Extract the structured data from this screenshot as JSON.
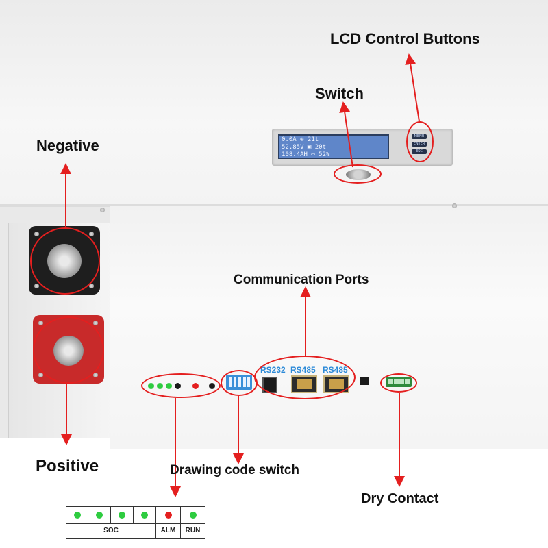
{
  "labels": {
    "lcd_control_buttons": "LCD Control Buttons",
    "switch": "Switch",
    "negative": "Negative",
    "positive": "Positive",
    "communication_ports": "Communication Ports",
    "drawing_code_switch": "Drawing code switch",
    "dry_contact": "Dry Contact"
  },
  "ports": {
    "rs232": "RS232",
    "rs485_a": "RS485",
    "rs485_b": "RS485"
  },
  "lcd": {
    "line1": "0.0A  ⊕  21t",
    "line2": "52.85V ▣  20t",
    "line3": "108.4AH ▭ 52%",
    "btn_menu": "MENU",
    "btn_enter": "ENTER",
    "btn_esc": "ESC"
  },
  "legend": {
    "soc": "SOC",
    "alm": "ALM",
    "run": "RUN",
    "dot_colors": [
      "#2ecc40",
      "#2ecc40",
      "#2ecc40",
      "#2ecc40",
      "#e41f1f",
      "#2ecc40"
    ]
  },
  "colors": {
    "annotation_red": "#e41f1f",
    "port_label_blue": "#2c8ad8"
  }
}
